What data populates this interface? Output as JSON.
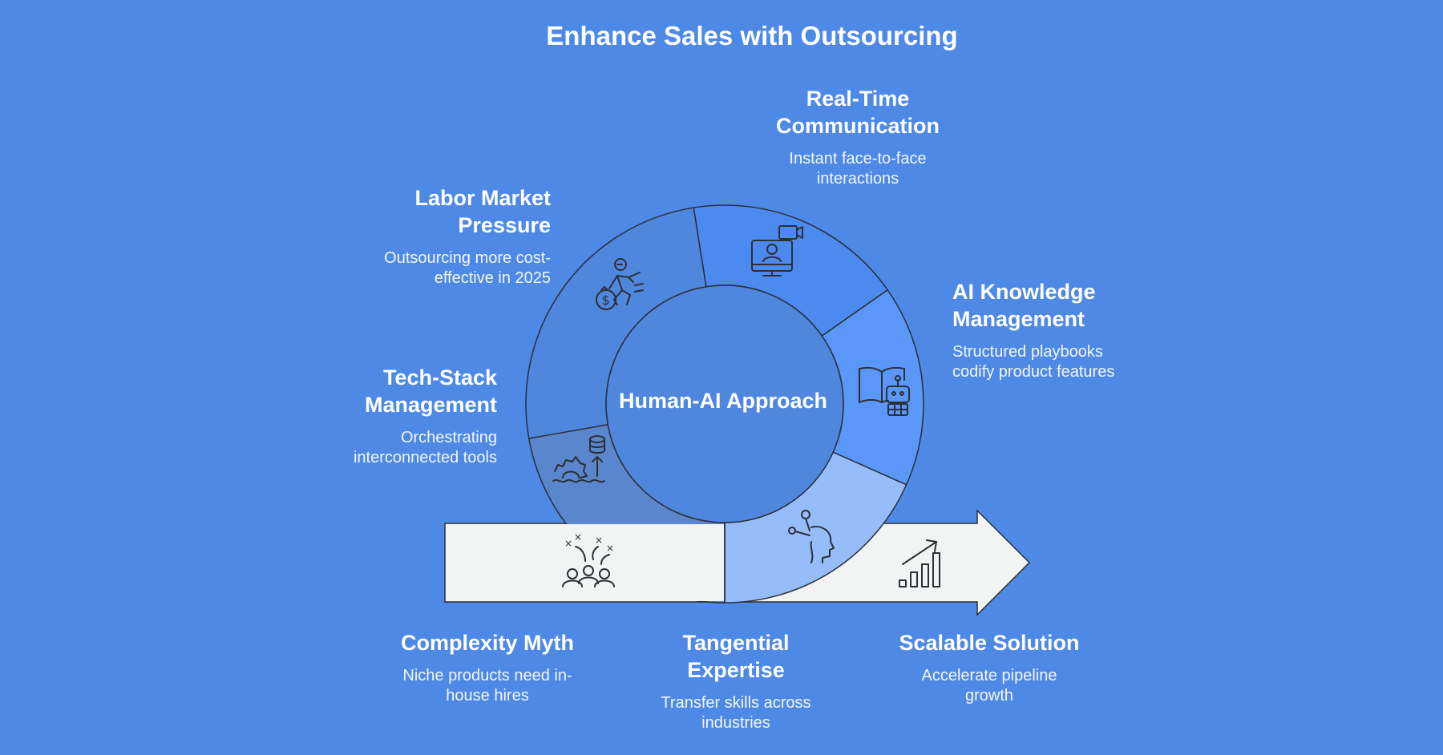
{
  "title": "Enhance Sales with Outsourcing",
  "hub_label": "Human-AI Approach",
  "segments": [
    {
      "title": "Real-Time Communication",
      "title_lines": [
        "Real-Time",
        "Communication"
      ],
      "desc_lines": [
        "Instant face-to-face",
        "interactions"
      ],
      "icon": "video-call-icon",
      "color": "#4d8af0"
    },
    {
      "title": "AI Knowledge Management",
      "title_lines": [
        "AI Knowledge",
        "Management"
      ],
      "desc_lines": [
        "Structured playbooks",
        "codify product features"
      ],
      "icon": "book-robot-icon",
      "color": "#5b97f8"
    },
    {
      "title": "Tangential Expertise",
      "title_lines": [
        "Tangential",
        "Expertise"
      ],
      "desc_lines": [
        "Transfer skills across",
        "industries"
      ],
      "icon": "head-idea-icon",
      "color": "#96bdf9"
    },
    {
      "title": "Tech-Stack Management",
      "title_lines": [
        "Tech-Stack",
        "Management"
      ],
      "desc_lines": [
        "Orchestrating",
        "interconnected tools"
      ],
      "icon": "gear-database-icon",
      "color": "#5a86cd"
    },
    {
      "title": "Labor Market Pressure",
      "title_lines": [
        "Labor Market",
        "Pressure"
      ],
      "desc_lines": [
        "Outsourcing more cost-",
        "effective in 2025"
      ],
      "icon": "cost-runner-icon",
      "color": "#4e87dd"
    }
  ],
  "arrow_items": [
    {
      "title": "Complexity Myth",
      "title_lines": [
        "Complexity Myth"
      ],
      "desc_lines": [
        "Niche products need in-",
        "house hires"
      ],
      "icon": "team-strategy-icon"
    },
    {
      "title": "Scalable Solution",
      "title_lines": [
        "Scalable Solution"
      ],
      "desc_lines": [
        "Accelerate pipeline",
        "growth"
      ],
      "icon": "growth-chart-icon"
    }
  ],
  "colors": {
    "background": "#4d89e5",
    "arrow_fill": "#f2f3f3",
    "outline": "#2b2f36"
  }
}
